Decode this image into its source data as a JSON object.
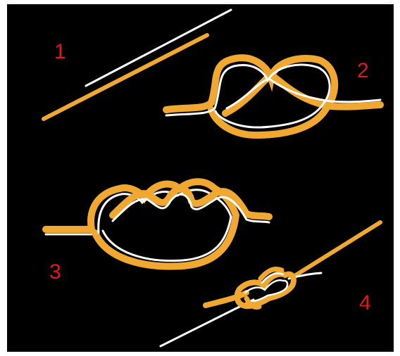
{
  "diagram": {
    "background": "#000000",
    "rope_color": "#f0a830",
    "line_color": "#ffffff",
    "number_color": "#e0181b",
    "steps": [
      {
        "label": "1"
      },
      {
        "label": "2"
      },
      {
        "label": "3"
      },
      {
        "label": "4"
      }
    ]
  }
}
